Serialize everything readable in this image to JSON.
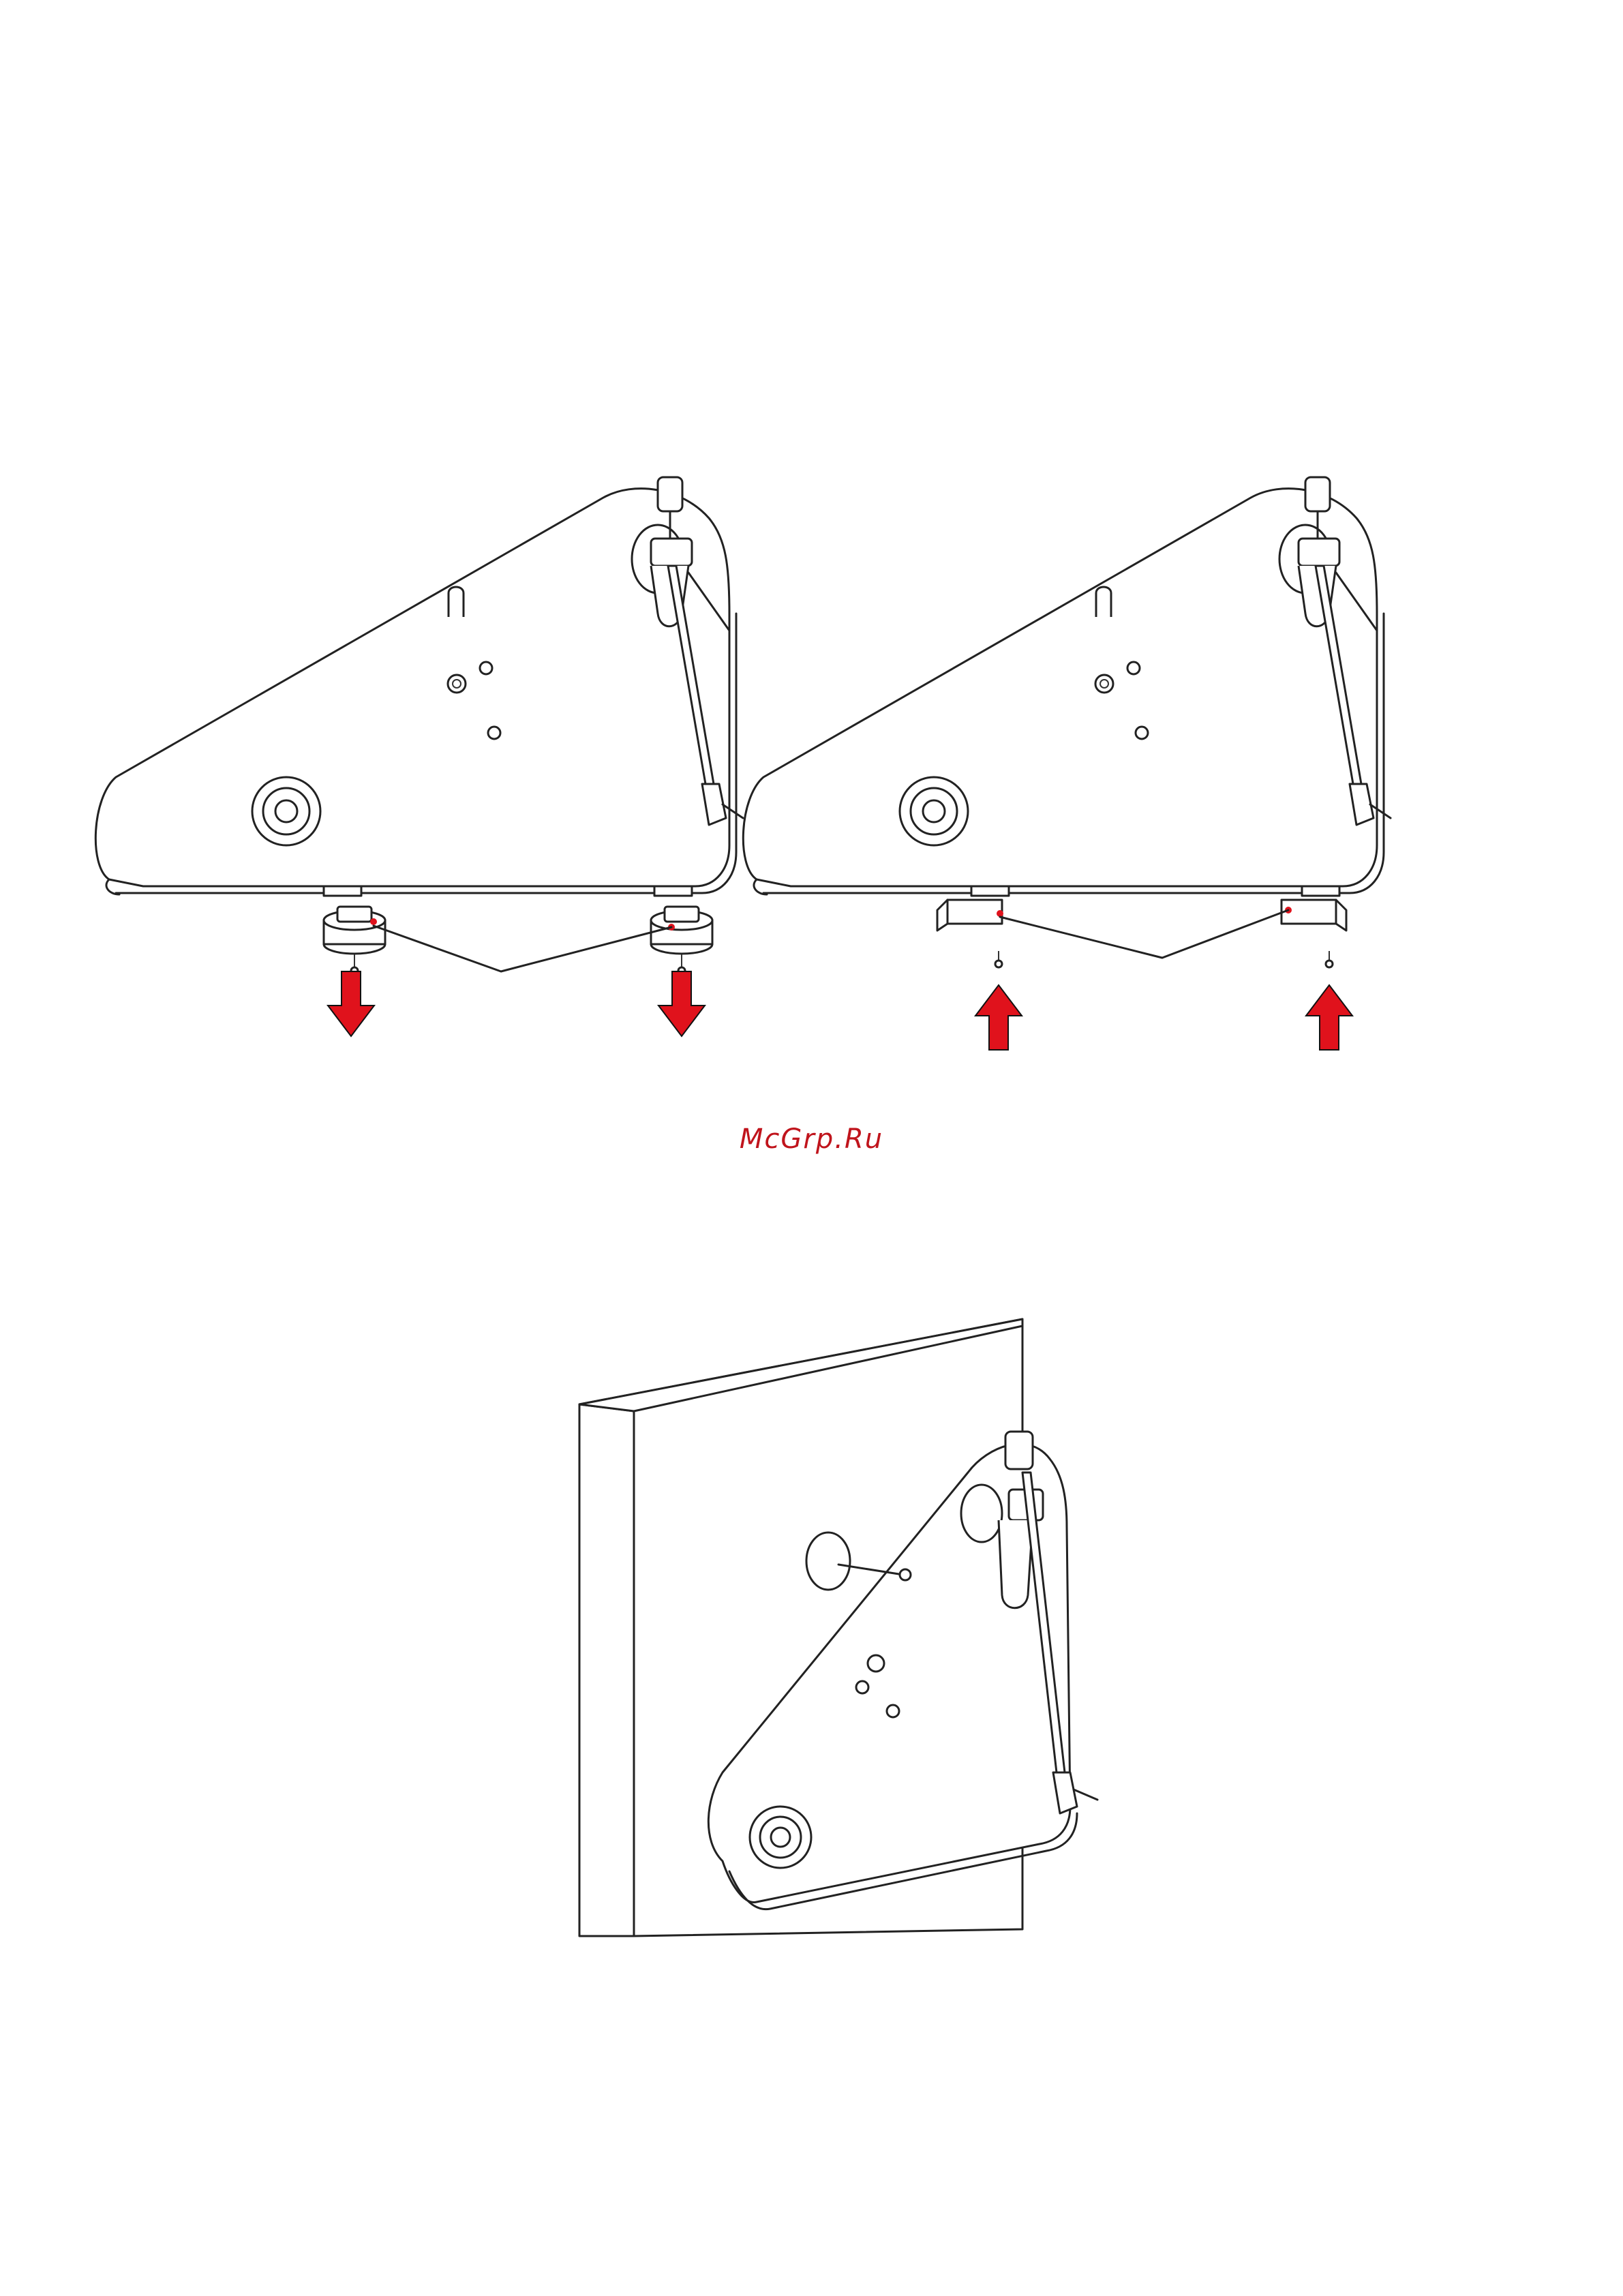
{
  "watermark": {
    "text": "McGrp.Ru",
    "color": "#c0141c"
  },
  "colors": {
    "arrow": "#e0121c",
    "line": "#222222",
    "background": "#ffffff"
  },
  "figures": [
    {
      "id": "remove-feet",
      "arrows": [
        "down",
        "down"
      ]
    },
    {
      "id": "attach-wall-brackets",
      "arrows": [
        "up",
        "up"
      ]
    },
    {
      "id": "wall-mount",
      "arrows": []
    }
  ]
}
